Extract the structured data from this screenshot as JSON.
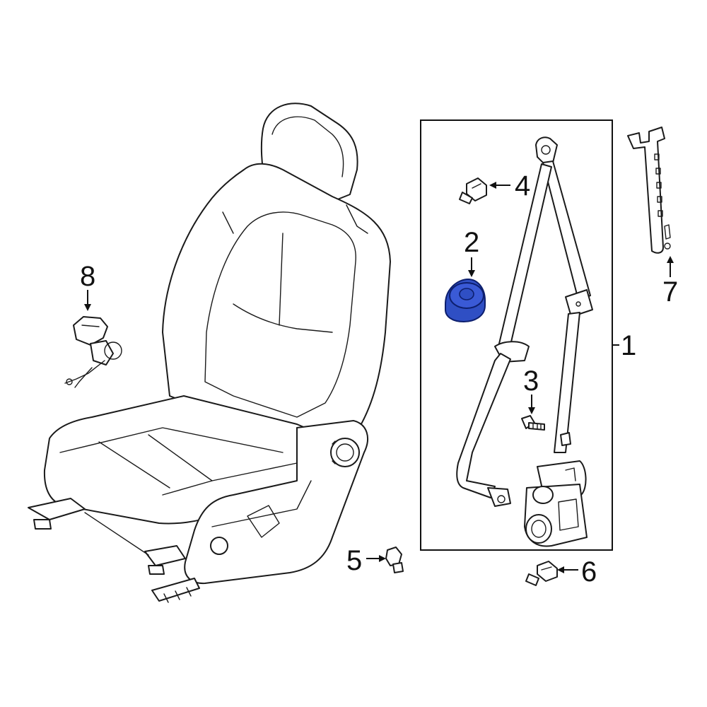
{
  "callouts": {
    "c1": "1",
    "c2": "2",
    "c3": "3",
    "c4": "4",
    "c5": "5",
    "c6": "6",
    "c7": "7",
    "c8": "8"
  },
  "colors": {
    "line": "#1a1a1a",
    "highlight_part": "#2f4fc4",
    "highlight_outline": "#0d1f6e",
    "background": "#ffffff"
  }
}
